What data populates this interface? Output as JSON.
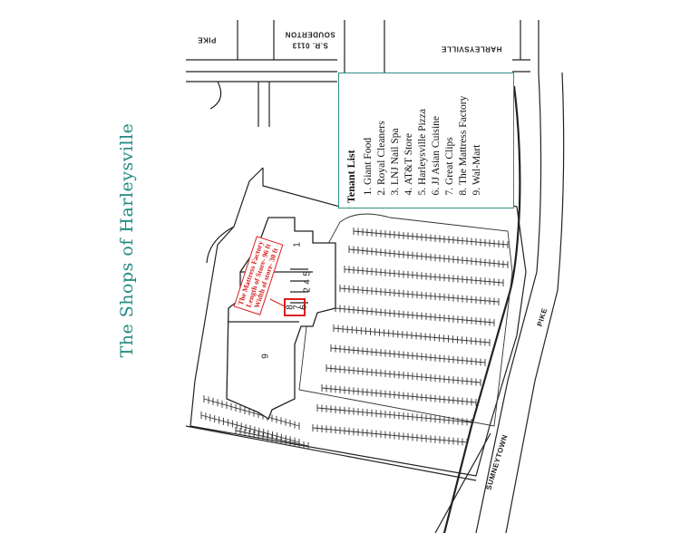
{
  "title": "The Shops of Harleysville",
  "tenant_list": {
    "heading": "Tenant List",
    "items": [
      "Giant Food",
      "Royal Cleaners",
      "LNJ Nail Spa",
      "AT&T Store",
      "Harleysville Pizza",
      "JJ Asian Cuisine",
      "Great Clips",
      "The Mattress Factory",
      "Wal-Mart"
    ]
  },
  "highlight_label": {
    "line1": "The Mattress Factory",
    "line2": "Length of Store- 96 ft",
    "line3": "Width of store- 30 ft"
  },
  "roads": {
    "pike_top": "PIKE",
    "souderton_a": "SOUDERTON",
    "souderton_b": "S.R. 0113",
    "harleysville": "HARLEYSVILLE",
    "pike_right": "PIKE",
    "sumneytown": "SUMNEYTOWN"
  },
  "store_numbers": [
    "1",
    "5",
    "4",
    "2",
    "8",
    "7",
    "6",
    "9"
  ],
  "colors": {
    "title": "#1f8a82",
    "tenant_border": "#2f8f86",
    "highlight": "#d8201e",
    "lines": "#222222"
  }
}
